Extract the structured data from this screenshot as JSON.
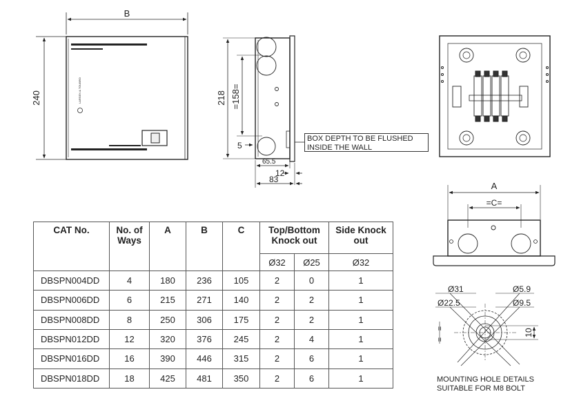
{
  "front_view": {
    "width_label": "B",
    "height_label": "240",
    "brand_text": "LARSEN & TOUBRO"
  },
  "side_view": {
    "overall_height": "218",
    "knockout_pitch": "=158=",
    "offset_bottom": "5",
    "depth_inner": "65.5",
    "flange": "12",
    "depth_total": "83",
    "note": [
      "BOX DEPTH TO BE FLUSHED",
      "INSIDE THE WALL"
    ]
  },
  "top_view": {
    "width_label": "A",
    "pitch_label": "=C="
  },
  "mounting_hole": {
    "d31": "Ø31",
    "d22_5": "Ø22.5",
    "d5_9": "Ø5.9",
    "d9_5": "Ø9.5",
    "dim_10": "10",
    "eq": "=",
    "note": [
      "MOUNTING HOLE DETAILS",
      "SUITABLE FOR M8 BOLT"
    ]
  },
  "table": {
    "headers": {
      "cat": "CAT No.",
      "ways": "No. of Ways",
      "a": "A",
      "b": "B",
      "c": "C",
      "top_bottom": "Top/Bottom Knock out",
      "side": "Side Knock out"
    },
    "sub_headers": [
      "Ø32",
      "Ø25",
      "Ø32"
    ],
    "rows": [
      {
        "cat": "DBSPN004DD",
        "ways": "4",
        "a": "180",
        "b": "236",
        "c": "105",
        "tb32": "2",
        "tb25": "0",
        "side32": "1"
      },
      {
        "cat": "DBSPN006DD",
        "ways": "6",
        "a": "215",
        "b": "271",
        "c": "140",
        "tb32": "2",
        "tb25": "2",
        "side32": "1"
      },
      {
        "cat": "DBSPN008DD",
        "ways": "8",
        "a": "250",
        "b": "306",
        "c": "175",
        "tb32": "2",
        "tb25": "2",
        "side32": "1"
      },
      {
        "cat": "DBSPN012DD",
        "ways": "12",
        "a": "320",
        "b": "376",
        "c": "245",
        "tb32": "2",
        "tb25": "4",
        "side32": "1"
      },
      {
        "cat": "DBSPN016DD",
        "ways": "16",
        "a": "390",
        "b": "446",
        "c": "315",
        "tb32": "2",
        "tb25": "6",
        "side32": "1"
      },
      {
        "cat": "DBSPN018DD",
        "ways": "18",
        "a": "425",
        "b": "481",
        "c": "350",
        "tb32": "2",
        "tb25": "6",
        "side32": "1"
      }
    ]
  }
}
